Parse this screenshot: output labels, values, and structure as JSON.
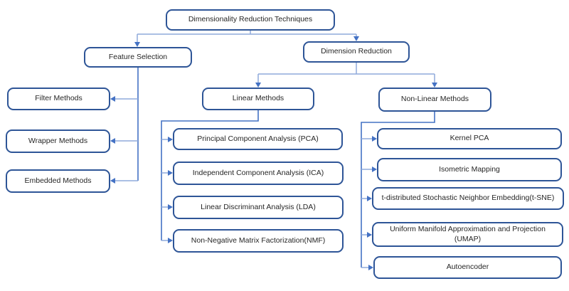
{
  "colors": {
    "background": "#FFFFFF",
    "box_border": "#2E5597",
    "box_fill": "#FFFFFF",
    "connector": "#4472C4",
    "connector_light": "#8FAADC",
    "text": "#262626"
  },
  "nodes": {
    "root": "Dimensionality Reduction Techniques",
    "feature_selection": "Feature Selection",
    "dimension_reduction": "Dimension Reduction",
    "filter": "Filter Methods",
    "wrapper": "Wrapper Methods",
    "embedded": "Embedded Methods",
    "linear": "Linear Methods",
    "pca": "Principal Component Analysis (PCA)",
    "ica": "Independent Component Analysis (ICA)",
    "lda": "Linear Discriminant Analysis (LDA)",
    "nmf": "Non-Negative Matrix Factorization(NMF)",
    "nonlinear": "Non-Linear Methods",
    "kernel_pca": "Kernel PCA",
    "isomap": "Isometric Mapping",
    "tsne": "t-distributed Stochastic Neighbor Embedding(t-SNE)",
    "umap": "Uniform Manifold Approximation and Projection (UMAP)",
    "autoencoder": "Autoencoder"
  },
  "hierarchy": {
    "root": [
      "feature_selection",
      "dimension_reduction"
    ],
    "feature_selection": [
      "filter",
      "wrapper",
      "embedded"
    ],
    "dimension_reduction": [
      "linear",
      "nonlinear"
    ],
    "linear": [
      "pca",
      "ica",
      "lda",
      "nmf"
    ],
    "nonlinear": [
      "kernel_pca",
      "isomap",
      "tsne",
      "umap",
      "autoencoder"
    ]
  }
}
